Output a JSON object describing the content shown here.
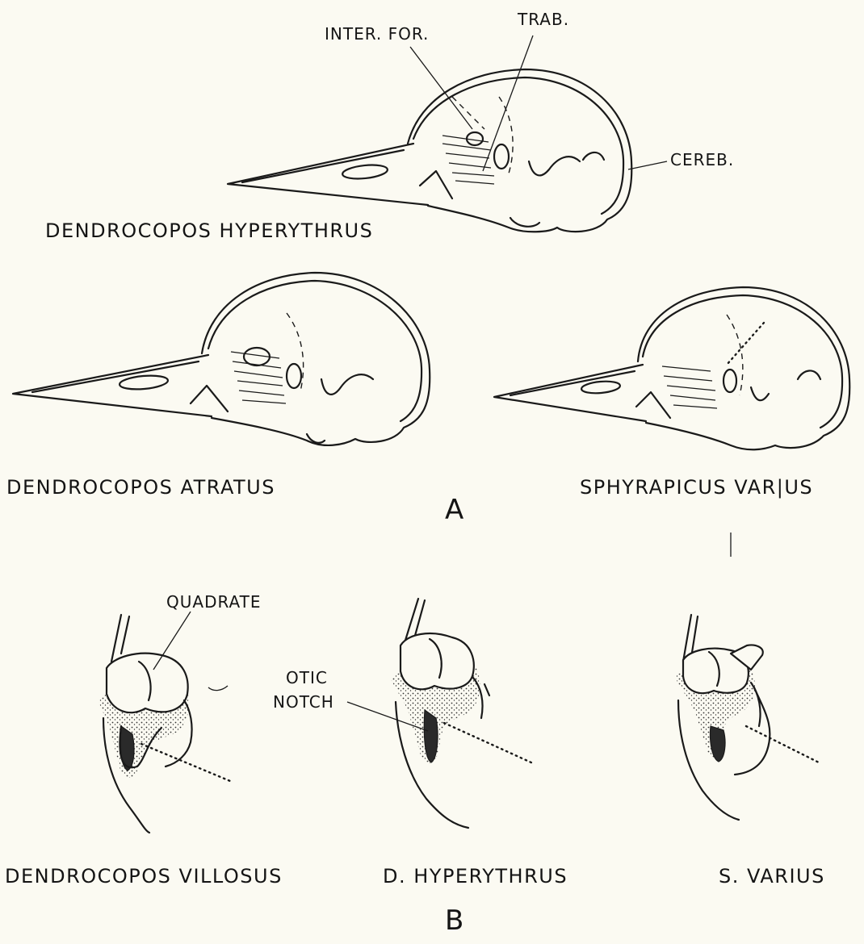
{
  "panel_a": {
    "letter": "A",
    "labels": {
      "inter_for": "INTER. FOR.",
      "trab": "TRAB.",
      "cereb": "CEREB."
    },
    "species": {
      "top": "DENDROCOPOS HYPERYTHRUS",
      "left": "DENDROCOPOS ATRATUS",
      "right": "SPHYRAPICUS   VAR|US"
    }
  },
  "panel_b": {
    "letter": "B",
    "labels": {
      "quadrate": "QUADRATE",
      "otic_line1": "OTIC",
      "otic_line2": "NOTCH"
    },
    "species": {
      "left": "DENDROCOPOS VILLOSUS",
      "middle": "D. HYPERYTHRUS",
      "right": "S.   VARIUS"
    }
  }
}
